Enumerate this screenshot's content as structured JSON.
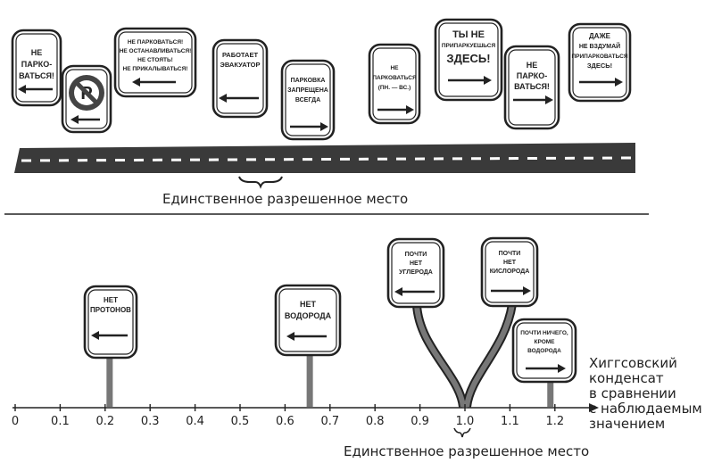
{
  "top_panel": {
    "caption": "Единственное разрешенное место",
    "signs": [
      {
        "lines": [
          "НЕ",
          "ПАРКО-",
          "ВАТЬСЯ!"
        ],
        "arrow": "left"
      },
      {
        "lines": [],
        "arrow": "left",
        "symbol": "P"
      },
      {
        "lines": [
          "НЕ ПАРКОВАТЬСЯ!",
          "НЕ ОСТАНАВЛИВАТЬСЯ!",
          "НЕ СТОЯТЬ!",
          "НЕ ПРИКАЛЫВАТЬСЯ!"
        ],
        "arrow": "left"
      },
      {
        "lines": [
          "РАБОТАЕТ",
          "ЭВАКУАТОР"
        ],
        "arrow": "left"
      },
      {
        "lines": [
          "ПАРКОВКА",
          "ЗАПРЕЩЕНА",
          "ВСЕГДА"
        ],
        "arrow": "right"
      },
      {
        "lines": [
          "НЕ",
          "ПАРКОВАТЬСЯ",
          "(ПН. — ВС.)"
        ],
        "arrow": "right"
      },
      {
        "lines": [
          "ТЫ НЕ",
          "ПРИПАРКУЕШЬСЯ",
          "ЗДЕСЬ!"
        ],
        "arrow": "right"
      },
      {
        "lines": [
          "НЕ",
          "ПАРКО-",
          "ВАТЬСЯ!"
        ],
        "arrow": "right"
      },
      {
        "lines": [
          "ДАЖЕ",
          "НЕ ВЗДУМАЙ",
          "ПРИПАРКОВАТЬСЯ",
          "ЗДЕСЬ!"
        ],
        "arrow": "right"
      }
    ]
  },
  "bottom_panel": {
    "axis_label": [
      "Хиггсовский",
      "конденсат",
      "в сравнении",
      "с наблюдаемым",
      "значением"
    ],
    "caption": "Единственное разрешенное место",
    "ticks": [
      "0",
      "0.1",
      "0.2",
      "0.3",
      "0.4",
      "0.5",
      "0.6",
      "0.7",
      "0.8",
      "0.9",
      "1.0",
      "1.1",
      "1.2"
    ],
    "signs": [
      {
        "lines": [
          "НЕТ",
          "ПРОТОНОВ"
        ],
        "arrow": "left",
        "at": 0.21
      },
      {
        "lines": [
          "НЕТ",
          "ВОДОРОДА"
        ],
        "arrow": "left",
        "at": 0.655
      },
      {
        "lines": [
          "ПОЧТИ",
          "НЕТ",
          "УГЛЕРОДА"
        ],
        "arrow": "left",
        "at": 1.0
      },
      {
        "lines": [
          "ПОЧТИ",
          "НЕТ",
          "КИСЛОРОДА"
        ],
        "arrow": "right",
        "at": 1.0
      },
      {
        "lines": [
          "ПОЧТИ НИЧЕГО,",
          "КРОМЕ",
          "ВОДОРОДА"
        ],
        "arrow": "right",
        "at": 1.19
      }
    ]
  },
  "colors": {
    "ink": "#222222",
    "road": "#3a3a3a",
    "post": "#777777",
    "sign_fill": "#ffffff"
  }
}
